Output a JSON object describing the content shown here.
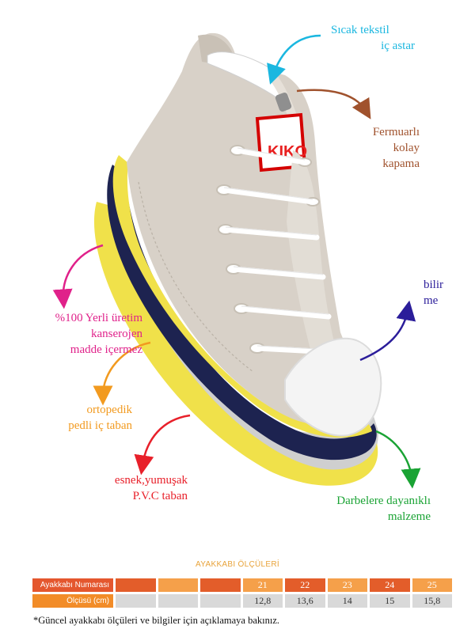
{
  "callouts": {
    "lining": {
      "lines": [
        "Sıcak tekstil",
        "iç astar"
      ],
      "color": "#1bb7e0"
    },
    "zipper": {
      "lines": [
        "Fermuarlı",
        "kolay",
        "kapama"
      ],
      "color": "#a0522d"
    },
    "breathable": {
      "lines": [
        "bilir",
        "me"
      ],
      "color": "#2b1d9a"
    },
    "local": {
      "lines": [
        "%100 Yerli üretim",
        "kanserojen",
        "madde içermez"
      ],
      "color": "#e0218a"
    },
    "ortho": {
      "lines": [
        "ortopedik",
        "pedli iç taban"
      ],
      "color": "#f29a1f"
    },
    "sole": {
      "lines": [
        "esnek,yumuşak",
        "P.V.C taban"
      ],
      "color": "#e8202a"
    },
    "durable": {
      "lines": [
        "Darbelere dayanıklı",
        "malzeme"
      ],
      "color": "#1aa334"
    }
  },
  "shoe": {
    "brand": "KIKO"
  },
  "size_table": {
    "title": "AYAKKABI ÖLÇÜLERİ",
    "row1_header": "Ayakkabı Numarası",
    "row2_header": "Ölçüsü (cm)",
    "sizes": [
      "",
      "",
      "",
      "21",
      "22",
      "23",
      "24",
      "25"
    ],
    "lengths": [
      "",
      "",
      "",
      "12,8",
      "13,6",
      "14",
      "15",
      "15,8"
    ]
  },
  "footnote": "*Güncel ayakkabı ölçüleri ve bilgiler için açıklamaya bakınız."
}
